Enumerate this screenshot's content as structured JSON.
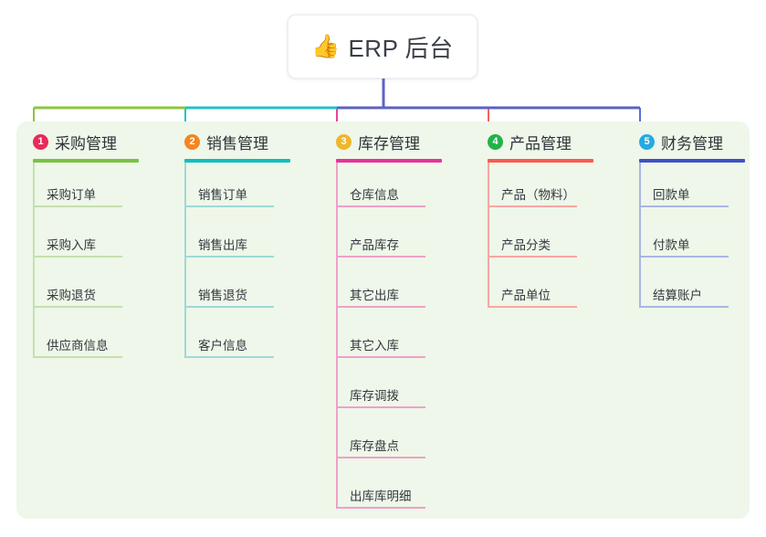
{
  "root": {
    "icon": "thumbs-up-icon",
    "emoji": "👍",
    "title": "ERP 后台"
  },
  "theme": {
    "panel_bg": "#eef7e9",
    "page_bg": "#ffffff",
    "root_stem": "#5b62c4",
    "text": "#33383f"
  },
  "columns": [
    {
      "number": "1",
      "title": "采购管理",
      "badge_color": "#e82a5a",
      "rule_color": "#7ac143",
      "line_color": "#8cc63f",
      "leaf_rule_color": "#c5e0ae",
      "items": [
        {
          "label": "采购订单"
        },
        {
          "label": "采购入库"
        },
        {
          "label": "采购退货"
        },
        {
          "label": "供应商信息"
        }
      ]
    },
    {
      "number": "2",
      "title": "销售管理",
      "badge_color": "#f5861f",
      "rule_color": "#0bbfbf",
      "line_color": "#22c1c3",
      "leaf_rule_color": "#9fd9d8",
      "items": [
        {
          "label": "销售订单"
        },
        {
          "label": "销售出库"
        },
        {
          "label": "销售退货"
        },
        {
          "label": "客户信息"
        }
      ]
    },
    {
      "number": "3",
      "title": "库存管理",
      "badge_color": "#f0b72b",
      "rule_color": "#e8329b",
      "line_color": "#e8459b",
      "leaf_rule_color": "#efa0c8",
      "items": [
        {
          "label": "仓库信息"
        },
        {
          "label": "产品库存"
        },
        {
          "label": "其它出库"
        },
        {
          "label": "其它入库"
        },
        {
          "label": "库存调拨"
        },
        {
          "label": "库存盘点"
        },
        {
          "label": "出库库明细"
        }
      ]
    },
    {
      "number": "4",
      "title": "产品管理",
      "badge_color": "#21b34a",
      "rule_color": "#fa5a52",
      "line_color": "#f8625a",
      "leaf_rule_color": "#f8a7a1",
      "items": [
        {
          "label": "产品（物料）"
        },
        {
          "label": "产品分类"
        },
        {
          "label": "产品单位"
        }
      ]
    },
    {
      "number": "5",
      "title": "财务管理",
      "badge_color": "#25aae1",
      "rule_color": "#3f51c4",
      "line_color": "#5b6fd4",
      "leaf_rule_color": "#a8b6e4",
      "items": [
        {
          "label": "回款单"
        },
        {
          "label": "付款单"
        },
        {
          "label": "结算账户"
        }
      ]
    }
  ]
}
